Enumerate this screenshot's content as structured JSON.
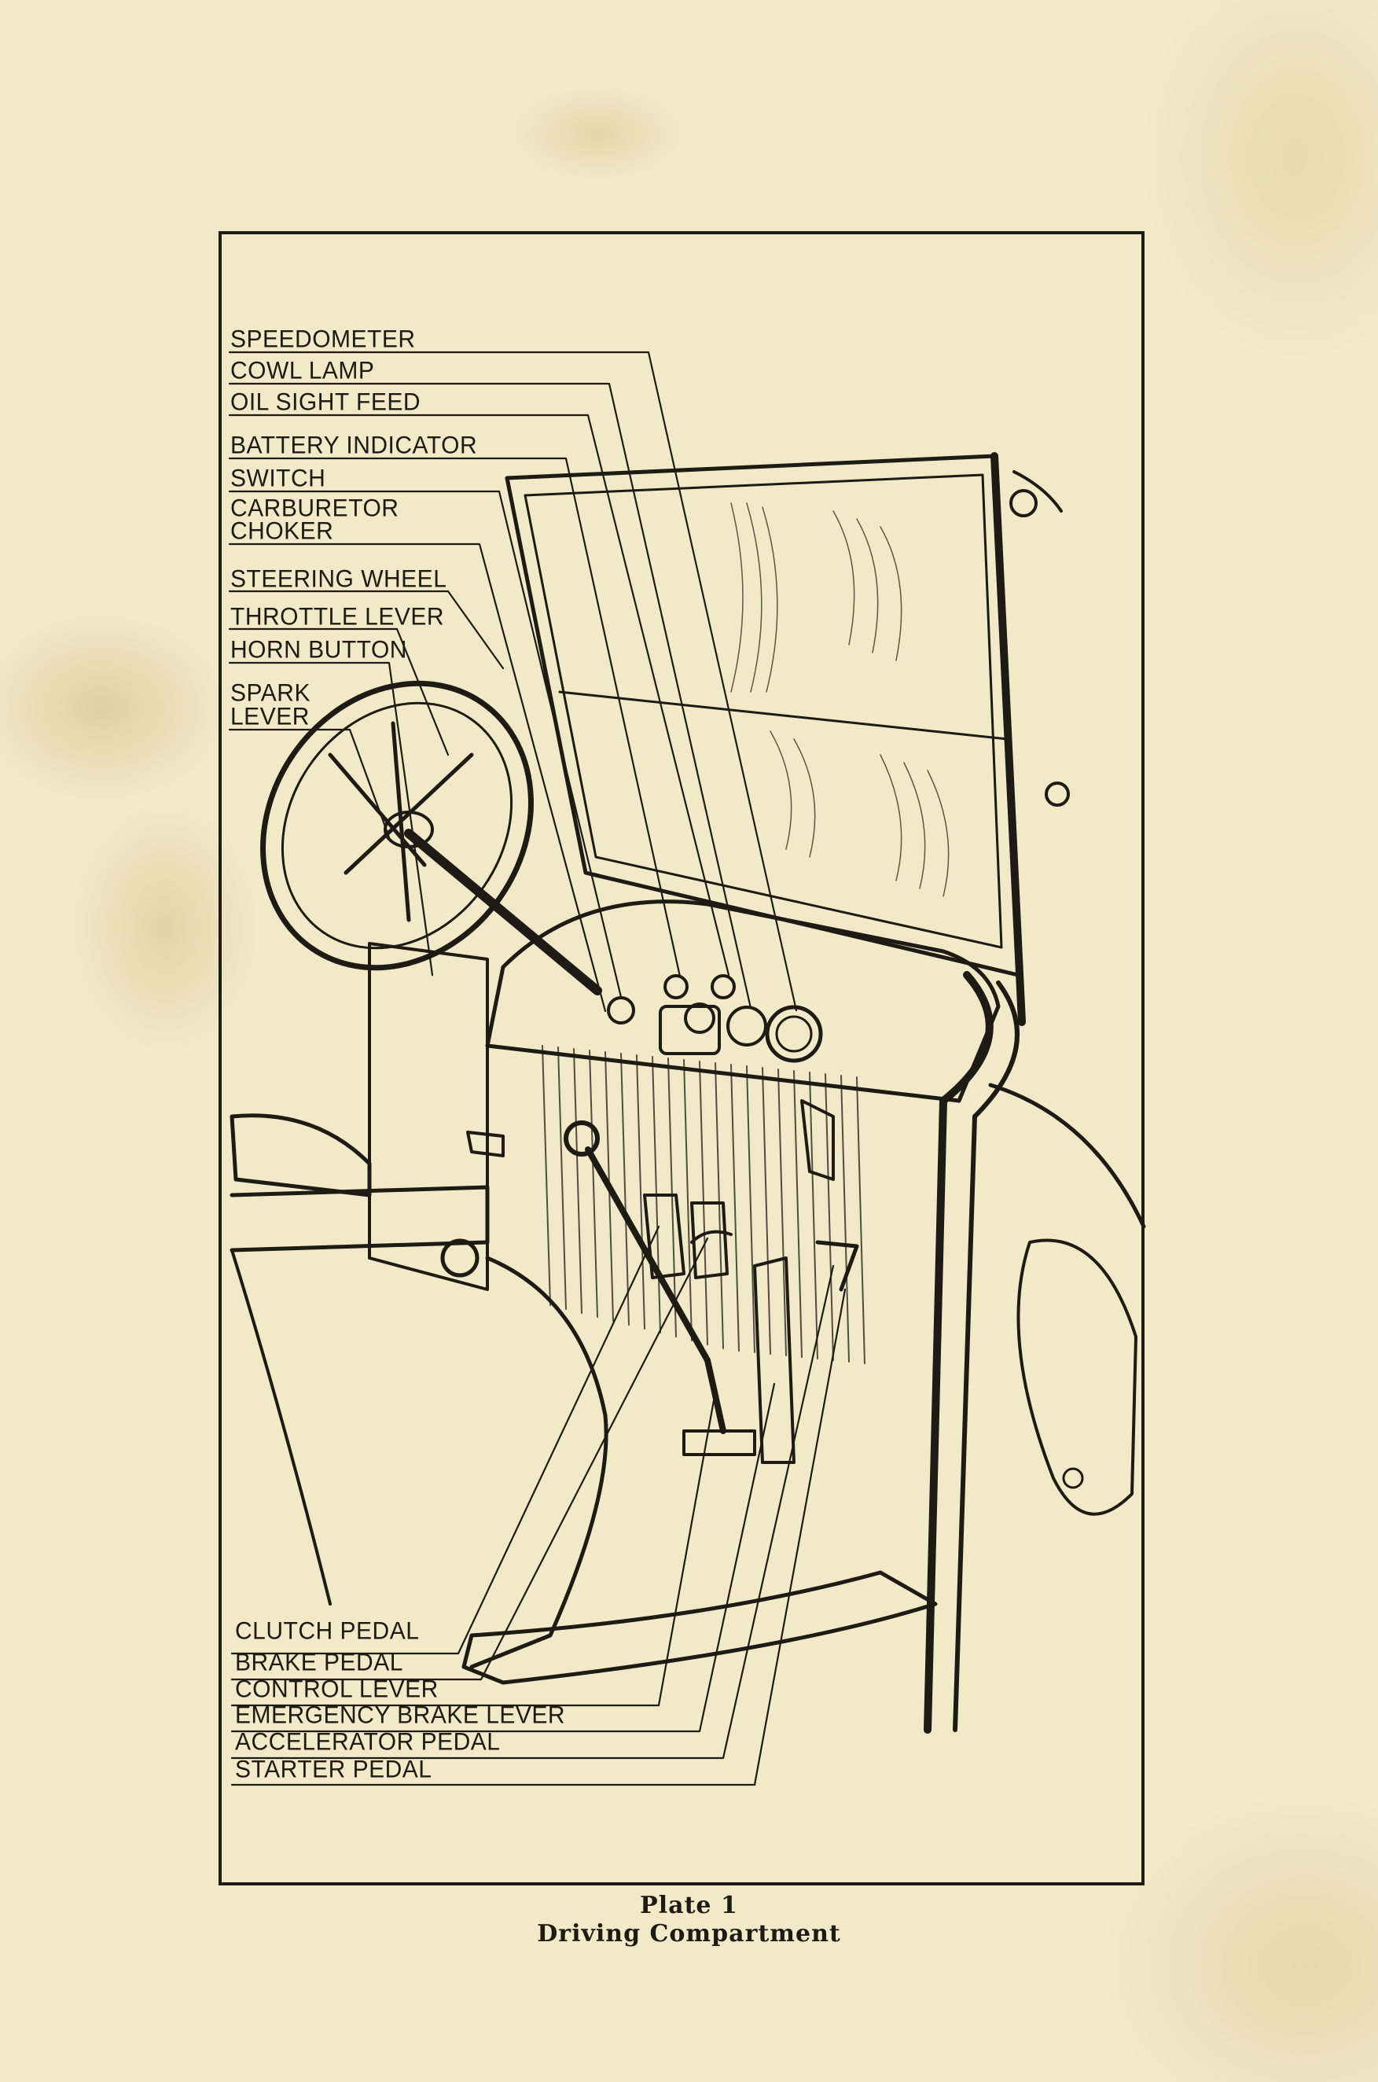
{
  "labels_top": [
    {
      "id": "speedometer",
      "text": "SPEEDOMETER"
    },
    {
      "id": "cowl-lamp",
      "text": "COWL LAMP"
    },
    {
      "id": "oil-sight-feed",
      "text": "OIL SIGHT FEED"
    },
    {
      "id": "battery-indicator",
      "text": "BATTERY INDICATOR"
    },
    {
      "id": "switch",
      "text": "SWITCH"
    },
    {
      "id": "carburetor",
      "text": "CARBURETOR"
    },
    {
      "id": "choker",
      "text": "CHOKER"
    },
    {
      "id": "steering-wheel",
      "text": "STEERING WHEEL"
    },
    {
      "id": "throttle-lever",
      "text": "THROTTLE LEVER"
    },
    {
      "id": "horn-button",
      "text": "HORN BUTTON"
    },
    {
      "id": "spark",
      "text": "SPARK"
    },
    {
      "id": "lever",
      "text": "LEVER"
    }
  ],
  "labels_bottom": [
    {
      "id": "clutch-pedal",
      "text": "CLUTCH PEDAL"
    },
    {
      "id": "brake-pedal",
      "text": "BRAKE PEDAL"
    },
    {
      "id": "control-lever",
      "text": "CONTROL LEVER"
    },
    {
      "id": "emergency-brake-lever",
      "text": "EMERGENCY BRAKE LEVER"
    },
    {
      "id": "accelerator-pedal",
      "text": "ACCELERATOR PEDAL"
    },
    {
      "id": "starter-pedal",
      "text": "STARTER PEDAL"
    }
  ],
  "caption": {
    "plate": "Plate 1",
    "title": "Driving Compartment"
  },
  "colors": {
    "paper": "#f1e9c8",
    "ink": "#1e1a14",
    "stain": "#c4a05f"
  }
}
